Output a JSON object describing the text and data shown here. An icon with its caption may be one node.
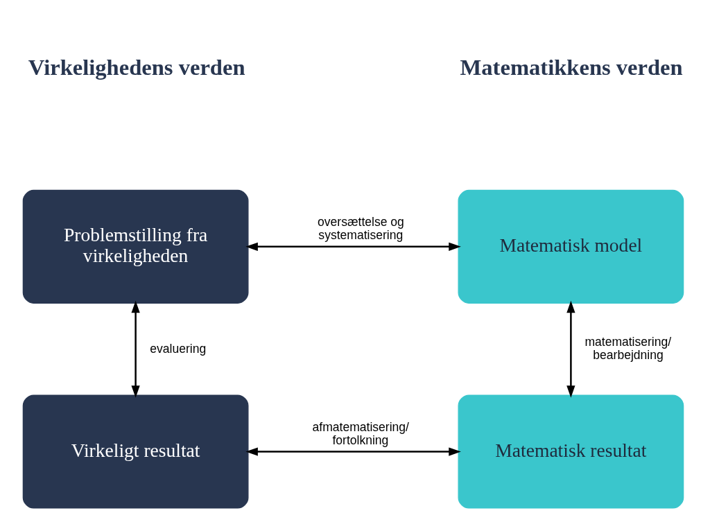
{
  "diagram": {
    "nodes": [
      {
        "text": [
          "Problemstilling fra virkeligheden"
        ]
      },
      {
        "text": [
          "Matematisk model"
        ]
      },
      {
        "text": [
          "Virkeligt resultat"
        ]
      },
      {
        "text": [
          "Matematisk resultat"
        ]
      }
    ],
    "edges": [
      {
        "from": 0,
        "to": 1,
        "arrow": "both",
        "label": "oversættelse og systematisering"
      },
      {
        "from": 1,
        "to": 3,
        "arrow": "both",
        "label": "matematisering/ bearbejdning"
      },
      {
        "from": 2,
        "to": 3,
        "arrow": "both",
        "label": "afmatematisering/ fortolkning"
      },
      {
        "from": 0,
        "to": 2,
        "arrow": "both",
        "label": "evaluering"
      }
    ],
    "labels": [
      "Virkelighedens verden",
      "Matematikkens verden"
    ]
  }
}
